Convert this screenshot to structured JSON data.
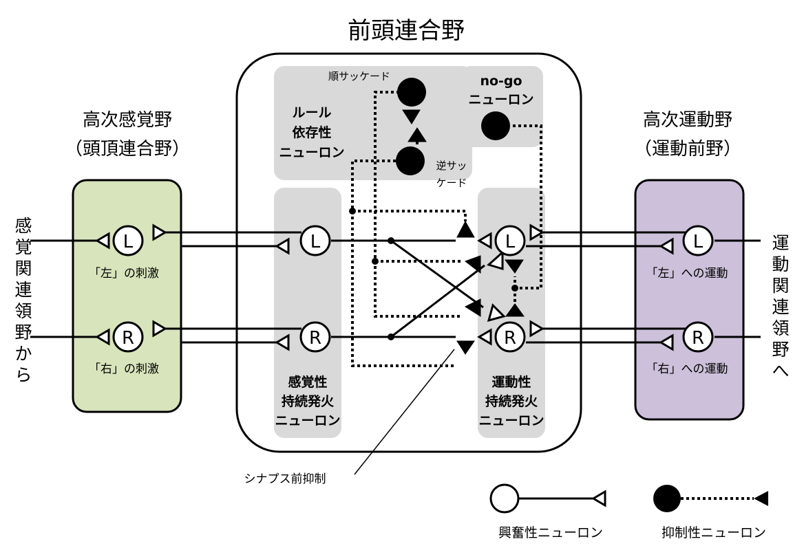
{
  "title": "前頭連合野",
  "sensory_area": {
    "line1": "高次感覚野",
    "line2": "（頭頂連合野）"
  },
  "motor_area": {
    "line1": "高次運動野",
    "line2": "（運動前野）"
  },
  "input_side": [
    "感",
    "覚",
    "関",
    "連",
    "領",
    "野",
    "か",
    "ら"
  ],
  "output_side": [
    "運",
    "動",
    "関",
    "連",
    "領",
    "野",
    "へ"
  ],
  "sensory_box": {
    "stim_left": "「左」の刺激",
    "stim_right": "「右」の刺激"
  },
  "motor_box": {
    "move_left": "「左」への運動",
    "move_right": "「右」への運動"
  },
  "rule_panel": {
    "line1": "ルール",
    "line2": "依存性",
    "line3": "ニューロン"
  },
  "prosaccade": "順サッケード",
  "antisaccade": {
    "line1": "逆サッ",
    "line2": "ケード"
  },
  "nogo_panel": {
    "line1": "no-go",
    "line2": "ニューロン"
  },
  "sensory_col": {
    "line1": "感覚性",
    "line2": "持続発火",
    "line3": "ニューロン"
  },
  "motor_col": {
    "line1": "運動性",
    "line2": "持続発火",
    "line3": "ニューロン"
  },
  "node_left": "L",
  "node_right": "R",
  "presyn_label": "シナプス前抑制",
  "legend": {
    "excitatory": "興奮性ニューロン",
    "inhibitory": "抑制性ニューロン"
  },
  "colors": {
    "sensory_fill": "#d8e4bc",
    "motor_fill": "#ccc0da",
    "panel_gray": "#d9d9d9",
    "stroke": "#000000"
  }
}
